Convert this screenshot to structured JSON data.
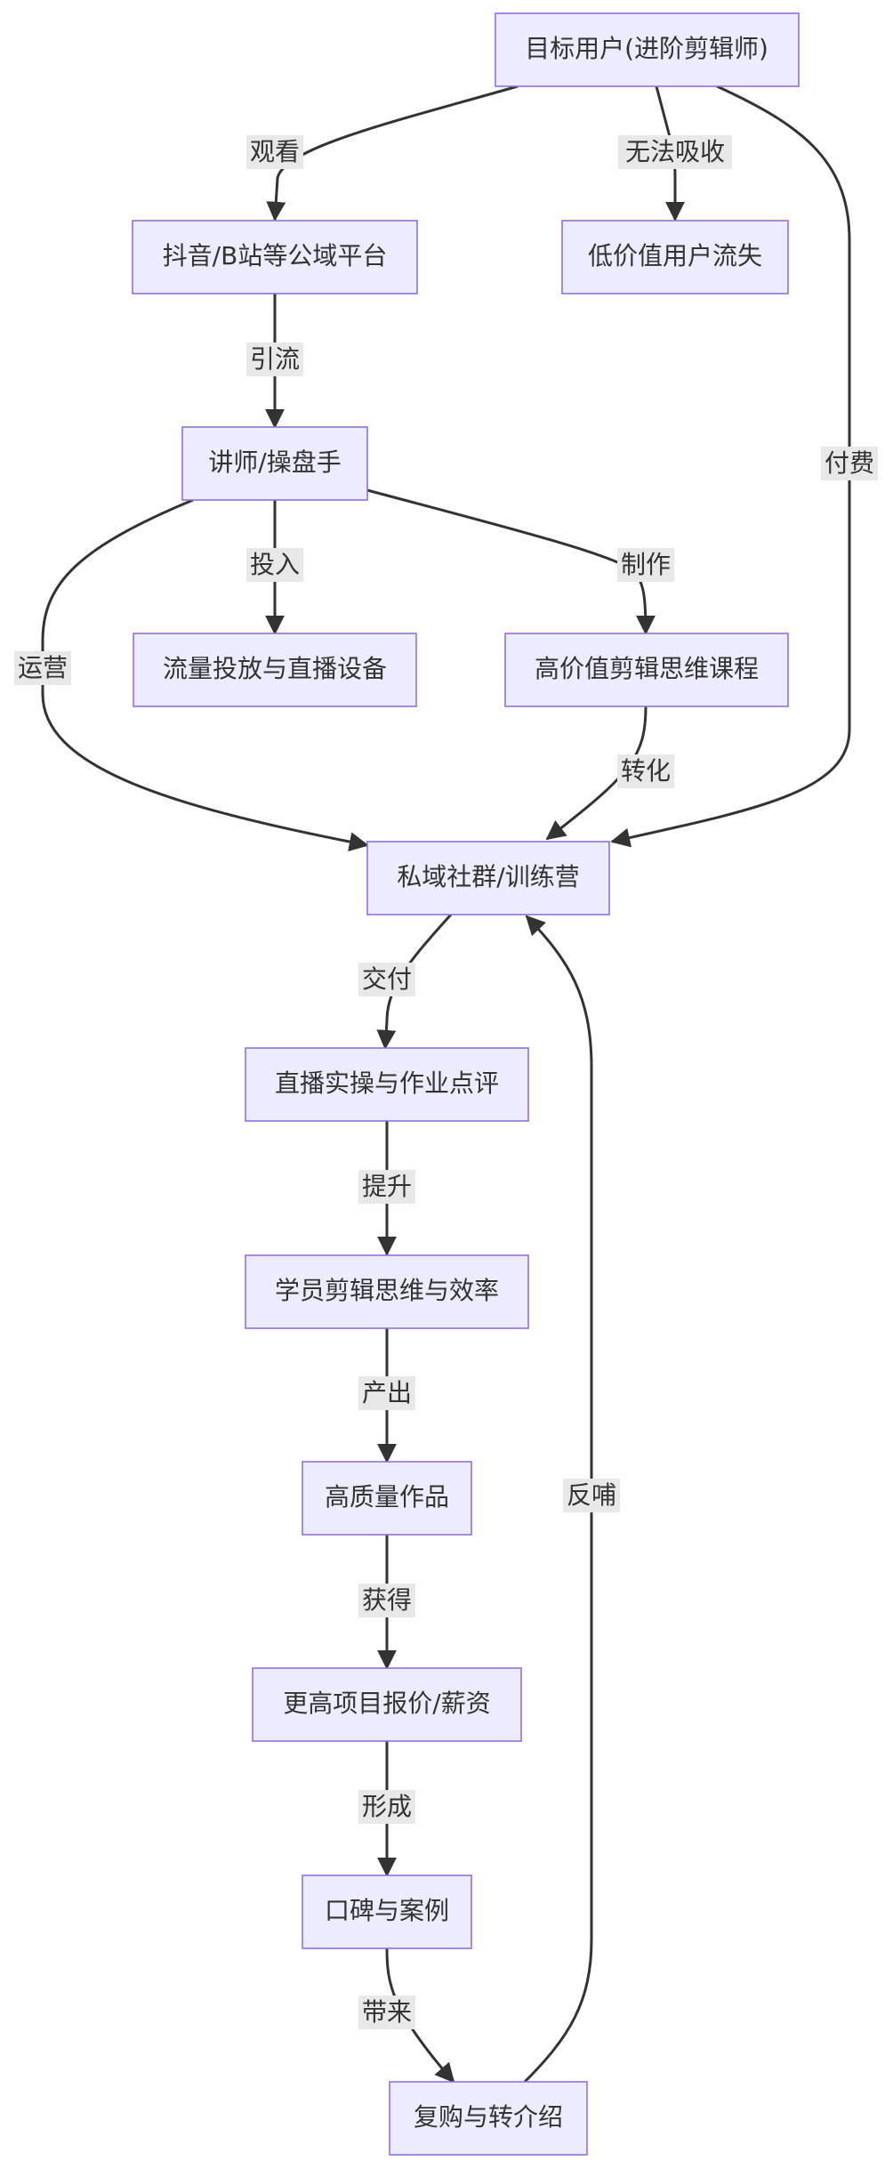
{
  "nodes": {
    "target_user": "目标用户(进阶剪辑师)",
    "public_platform": "抖音/B站等公域平台",
    "low_value_loss": "低价值用户流失",
    "lecturer": "讲师/操盘手",
    "traffic_equipment": "流量投放与直播设备",
    "course": "高价值剪辑思维课程",
    "community": "私域社群/训练营",
    "live_practice": "直播实操与作业点评",
    "student_skill": "学员剪辑思维与效率",
    "quality_work": "高质量作品",
    "higher_pay": "更高项目报价/薪资",
    "reputation": "口碑与案例",
    "repurchase": "复购与转介绍"
  },
  "edges": {
    "watch": "观看",
    "cannot_absorb": "无法吸收",
    "pay": "付费",
    "divert": "引流",
    "invest": "投入",
    "make": "制作",
    "operate": "运营",
    "convert": "转化",
    "deliver": "交付",
    "improve": "提升",
    "output": "产出",
    "obtain": "获得",
    "form": "形成",
    "bring": "带来",
    "feedback": "反哺"
  }
}
